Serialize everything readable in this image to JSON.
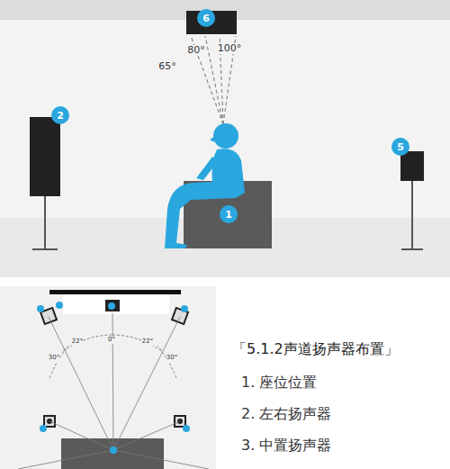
{
  "diagram": {
    "title": "「5.1.2声道扬声器布置」",
    "nodes": [
      {
        "text": [
          "6"
        ]
      },
      {
        "text": [
          "2"
        ]
      },
      {
        "text": [
          "1"
        ]
      },
      {
        "text": [
          "5"
        ]
      }
    ],
    "labels": [
      "65°",
      "80°",
      "100°",
      "22°",
      "0°",
      "22°",
      "30°",
      "30°",
      "1. 座位位置",
      "2. 左右扬声器",
      "3. 中置扬声器"
    ]
  }
}
